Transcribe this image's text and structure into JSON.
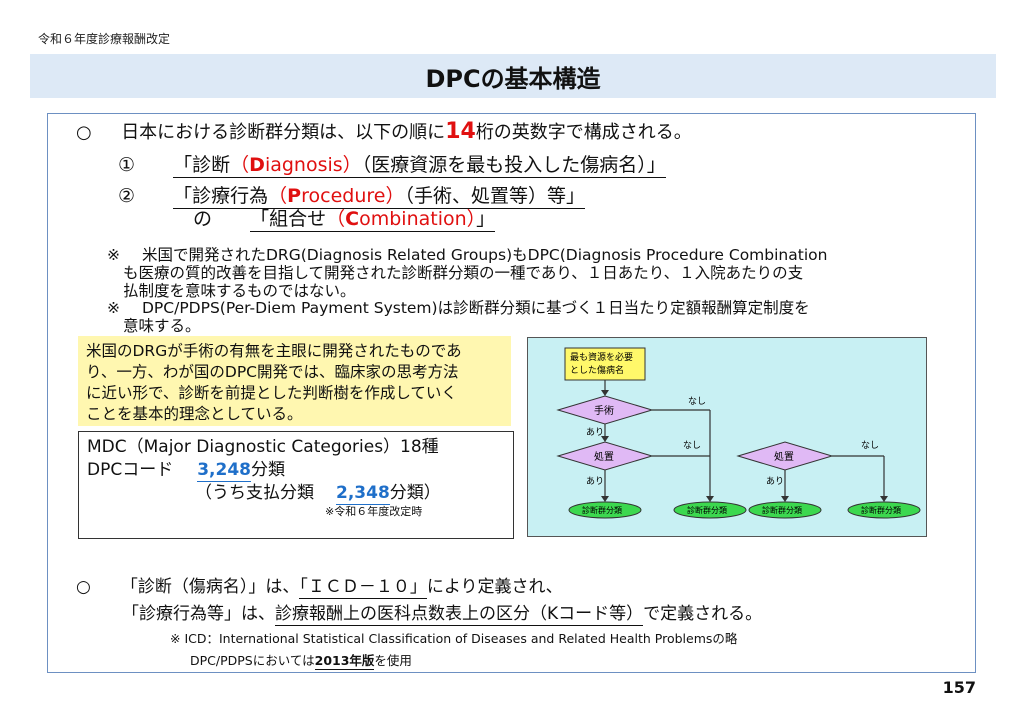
{
  "header": {
    "revision": "令和６年度診療報酬改定"
  },
  "title": "DPCの基本構造",
  "bullet1": {
    "mark": "○",
    "pre": "日本における診断群分類は、以下の順に",
    "num": "14",
    "post": "桁の英数字で構成される。"
  },
  "items": {
    "i1": {
      "num": "①",
      "a": "「診断",
      "b": "（",
      "c": "D",
      "d": "iagnosis）",
      "e": "（医療資源を最も投入した傷病名）」"
    },
    "i2": {
      "num": "②",
      "a": "「診療行為",
      "b": "（",
      "c": "P",
      "d": "rocedure）",
      "e": "（手術、処置等）等」"
    },
    "i3": {
      "no": "の",
      "a": "「組合せ",
      "b": "（",
      "c": "C",
      "d": "ombination）",
      "e": "」"
    }
  },
  "notes": {
    "n1_mark": "※",
    "n1_l1": "米国で開発されたDRG(Diagnosis Related Groups)もDPC(Diagnosis Procedure Combination",
    "n1_l2": "も医療の質的改善を目指して開発された診断群分類の一種であり、１日あたり、１入院あたりの支",
    "n1_l3": "払制度を意味するものではない。",
    "n2_mark": "※",
    "n2_l1": "DPC/PDPS(Per-Diem Payment System)は診断群分類に基づく１日当たり定額報酬算定制度を",
    "n2_l2": "意味する。"
  },
  "yellow": {
    "l1": "米国のDRGが手術の有無を主眼に開発されたものであ",
    "l2": "り、一方、わが国のDPC開発では、臨床家の思考方法",
    "l3": "に近い形で、診断を前提とした判断樹を作成していく",
    "l4": "ことを基本的理念としている。"
  },
  "mdc": {
    "l1": "MDC（Major Diagnostic Categories）18種",
    "l2_pre": "DPCコード",
    "l2_num": "3,248",
    "l2_post": "分類",
    "l3_pre": "（うち支払分類",
    "l3_num": "2,348",
    "l3_post": "分類）",
    "note": "※令和６年度改定時"
  },
  "diagram": {
    "start": [
      "最も資源を必要",
      "とした傷病名"
    ],
    "surgery": "手術",
    "treatment": "処置",
    "none": "なし",
    "yes": "あり",
    "result": "診断群分類"
  },
  "bullet2": {
    "mark": "○",
    "l1_pre": "「診断（傷病名）」は、",
    "l1_ul": "「ＩＣＤ－１０」",
    "l1_post": "により定義され、",
    "l2_pre": "「診療行為等」は、",
    "l2_ul": "診療報酬上の医科点数表上の区分（Kコード等）",
    "l2_post": "で定義される。",
    "n1": "※ ICD：International Statistical Classification of Diseases and Related Health Problemsの略",
    "n2_pre": "DPC/PDPSにおいては",
    "n2_ul": "2013年版",
    "n2_post": "を使用"
  },
  "page_number": "157"
}
